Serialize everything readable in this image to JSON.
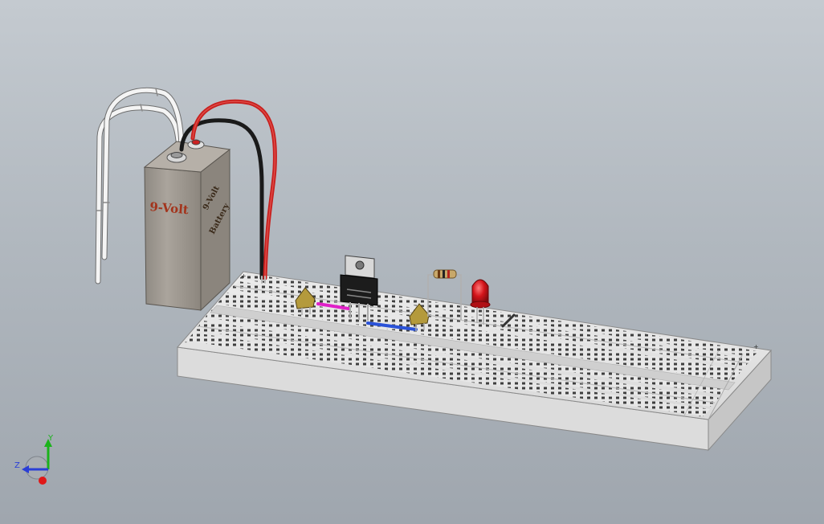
{
  "scene": {
    "battery_label_main": "9-Volt",
    "battery_label_side_line1": "9-Volt",
    "battery_label_side_line2": "Battery"
  },
  "triad": {
    "y_label": "Y",
    "z_label": "Z",
    "colors": {
      "y_axis": "#1bb31b",
      "z_axis": "#2a3fd6",
      "x_axis": "#e01818"
    }
  },
  "colors": {
    "background_top": "#c4cad0",
    "background_bottom": "#9fa6ae",
    "breadboard_top": "#e6e6e6",
    "breadboard_side": "#d8d8d8",
    "battery_body": "#a09a92",
    "red_wire": "#c8201e",
    "black_wire": "#1a1a1a",
    "white_wire": "#f2f2f2",
    "led": "#d3141a",
    "magenta_jumper": "#e020c8",
    "blue_jumper": "#2a52d8"
  }
}
